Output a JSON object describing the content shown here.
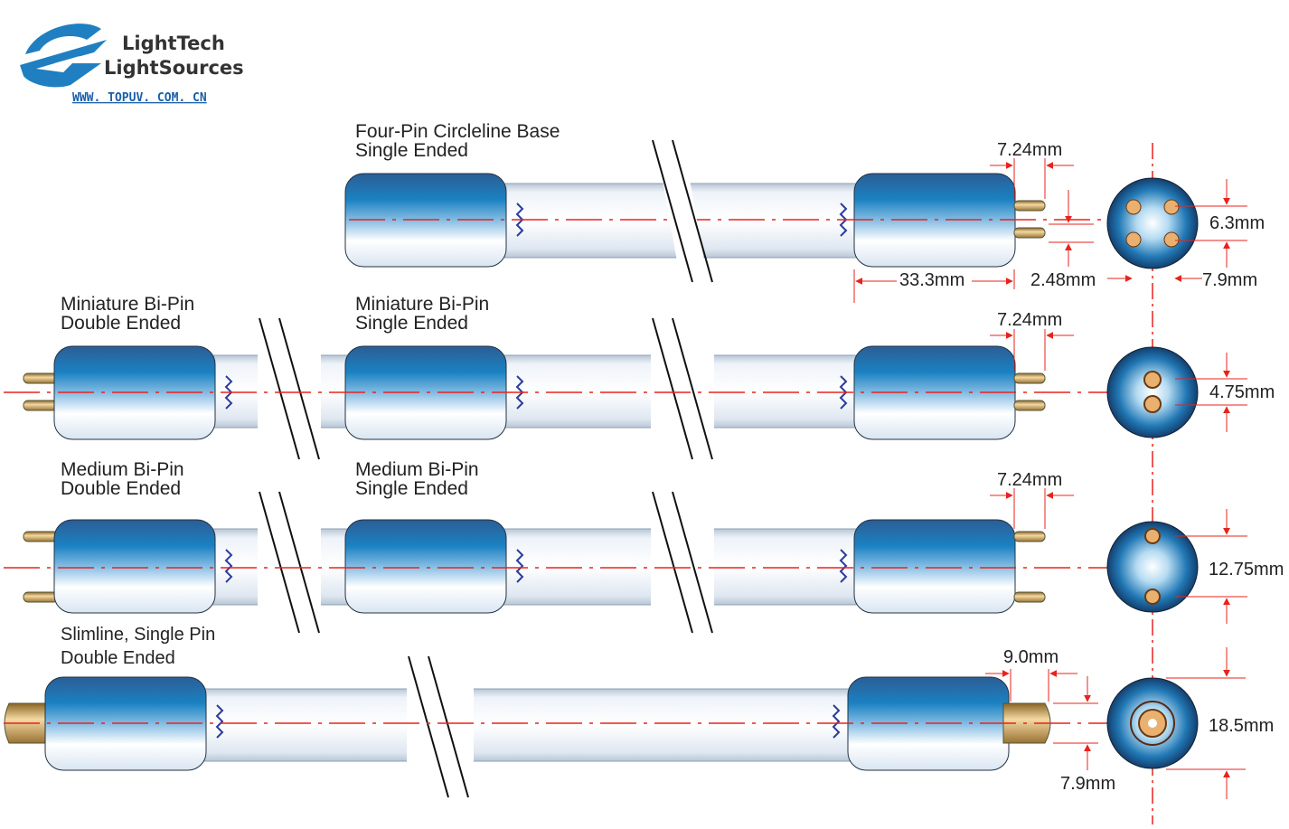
{
  "brand": {
    "line1": "LightTech",
    "line2": "LightSources",
    "url": "WWW. TOPUV. COM. CN",
    "color": "#1f7fc1"
  },
  "labels": {
    "four_pin_l1": "Four-Pin Circleline Base",
    "four_pin_l2": "Single Ended",
    "mini_de_l1": "Miniature Bi-Pin",
    "mini_de_l2": "Double Ended",
    "mini_se_l1": "Miniature Bi-Pin",
    "mini_se_l2": "Single Ended",
    "med_de_l1": "Medium Bi-Pin",
    "med_de_l2": "Double Ended",
    "med_se_l1": "Medium Bi-Pin",
    "med_se_l2": "Single Ended",
    "slim_l1": "Slimline, Single Pin",
    "slim_l2": "Double Ended"
  },
  "dimensions": {
    "four_pin_pin_len": "7.24mm",
    "four_pin_pin_spacing": "6.3mm",
    "four_pin_base_len": "33.3mm",
    "four_pin_pin_dia": "2.48mm",
    "four_pin_bolt": "7.9mm",
    "mini_pin_len": "7.24mm",
    "mini_pin_spacing": "4.75mm",
    "med_pin_len": "7.24mm",
    "med_pin_spacing": "12.75mm",
    "slim_pin_len": "9.0mm",
    "slim_pin_dia": "7.9mm",
    "slim_dia": "18.5mm"
  },
  "colors": {
    "cap_dark": "#1f5f99",
    "cap_light": "#ffffff",
    "tube": "#e3ecf6",
    "centerline": "#e8231e",
    "pin": "#c9a060",
    "filament": "#2a3c9c"
  }
}
